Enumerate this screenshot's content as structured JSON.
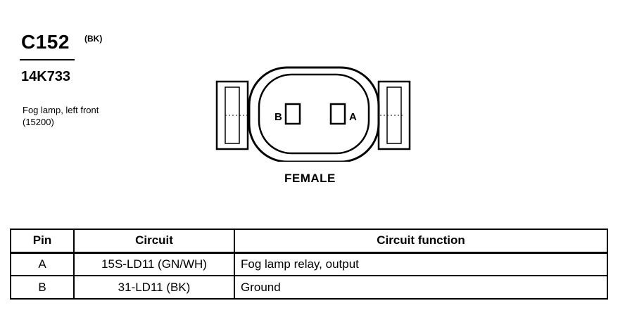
{
  "header": {
    "connector_id": "C152",
    "color_code": "(BK)",
    "part_number": "14K733",
    "description_line1": "Fog lamp, left front",
    "description_line2": "(15200)"
  },
  "diagram": {
    "pin_b_label": "B",
    "pin_a_label": "A",
    "gender": "FEMALE"
  },
  "table": {
    "headers": [
      "Pin",
      "Circuit",
      "Circuit function"
    ],
    "rows": [
      {
        "pin": "A",
        "circuit": "15S-LD11 (GN/WH)",
        "function": "Fog lamp relay, output"
      },
      {
        "pin": "B",
        "circuit": "31-LD11 (BK)",
        "function": "Ground"
      }
    ]
  }
}
